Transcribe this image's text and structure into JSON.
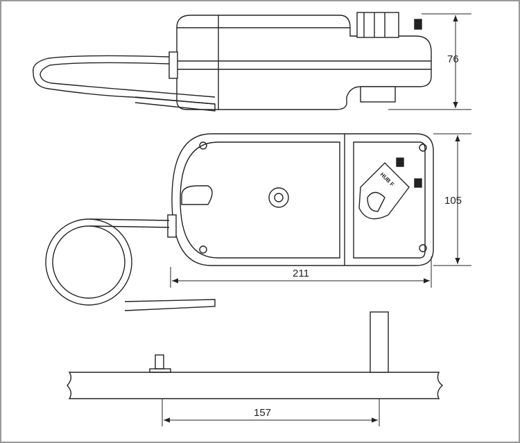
{
  "dimensions": {
    "height_side": "76",
    "depth_top": "105",
    "length": "211",
    "mount_distance": "157"
  },
  "clamp_marking": "HUB F"
}
